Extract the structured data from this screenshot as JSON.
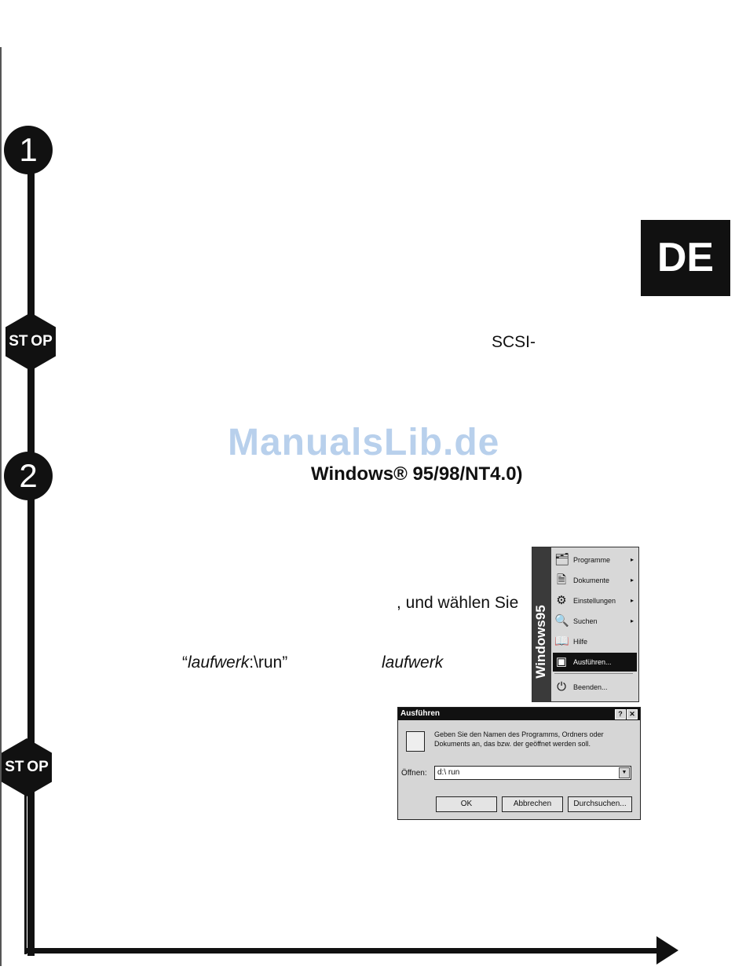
{
  "language_tab": "DE",
  "steps": {
    "step1": "1",
    "step2": "2",
    "stop1": "ST OP",
    "stop2": "ST OP"
  },
  "watermark": "ManualsLib.de",
  "texts": {
    "scsi": "SCSI-",
    "windows_heading": "Windows® 95/98/NT4.0)",
    "choose": ", und wählen Sie",
    "run_cmd_quote_open": "“",
    "run_cmd_italic": "laufwerk",
    "run_cmd_rest": ":\\run”",
    "laufwerk": "laufwerk"
  },
  "start_menu": {
    "brand": "Windows95",
    "items": [
      {
        "icon": "programs-icon",
        "label": "Programme",
        "has_submenu": true
      },
      {
        "icon": "documents-icon",
        "label": "Dokumente",
        "has_submenu": true
      },
      {
        "icon": "settings-icon",
        "label": "Einstellungen",
        "has_submenu": true
      },
      {
        "icon": "find-icon",
        "label": "Suchen",
        "has_submenu": true
      },
      {
        "icon": "help-icon",
        "label": "Hilfe",
        "has_submenu": false
      },
      {
        "icon": "run-icon",
        "label": "Ausführen...",
        "has_submenu": false,
        "selected": true
      },
      {
        "icon": "shutdown-icon",
        "label": "Beenden...",
        "has_submenu": false
      }
    ],
    "submenu_arrow": "▸"
  },
  "run_dialog": {
    "title": "Ausführen",
    "help_btn": "?",
    "close_btn": "✕",
    "message": "Geben Sie den Namen des Programms, Ordners oder Dokuments an, das bzw. der geöffnet werden soll.",
    "open_label": "Öffnen:",
    "open_value": "d:\\ run",
    "dropdown_arrow": "▼",
    "ok": "OK",
    "cancel": "Abbrechen",
    "browse": "Durchsuchen..."
  }
}
